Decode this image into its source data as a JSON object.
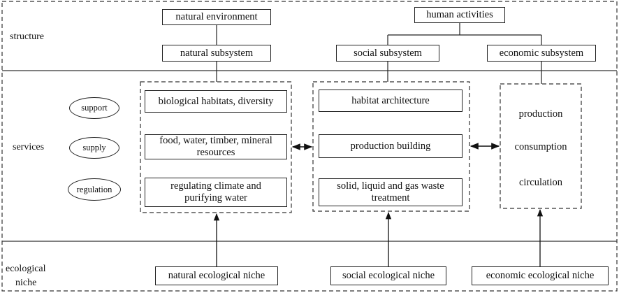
{
  "rows": {
    "structure": "structure",
    "services": "services",
    "niche_line1": "ecological",
    "niche_line2": "niche"
  },
  "structure": {
    "natural_environment": "natural environment",
    "natural_subsystem": "natural subsystem",
    "human_activities": "human activities",
    "social_subsystem": "social subsystem",
    "economic_subsystem": "economic subsystem"
  },
  "service_types": {
    "support": "support",
    "supply": "supply",
    "regulation": "regulation"
  },
  "natural_services": {
    "habitats": "biological habitats, diversity",
    "resources_line1": "food, water, timber, mineral",
    "resources_line2": "resources",
    "regulating_line1": "regulating climate and",
    "regulating_line2": "purifying water"
  },
  "social_services": {
    "habitat_architecture": "habitat architecture",
    "production_building": "production building",
    "waste_line1": "solid, liquid and gas waste",
    "waste_line2": "treatment"
  },
  "economic_services": {
    "production": "production",
    "consumption": "consumption",
    "circulation": "circulation"
  },
  "niches": {
    "natural": "natural ecological niche",
    "social": "social ecological niche",
    "economic": "economic ecological niche"
  }
}
